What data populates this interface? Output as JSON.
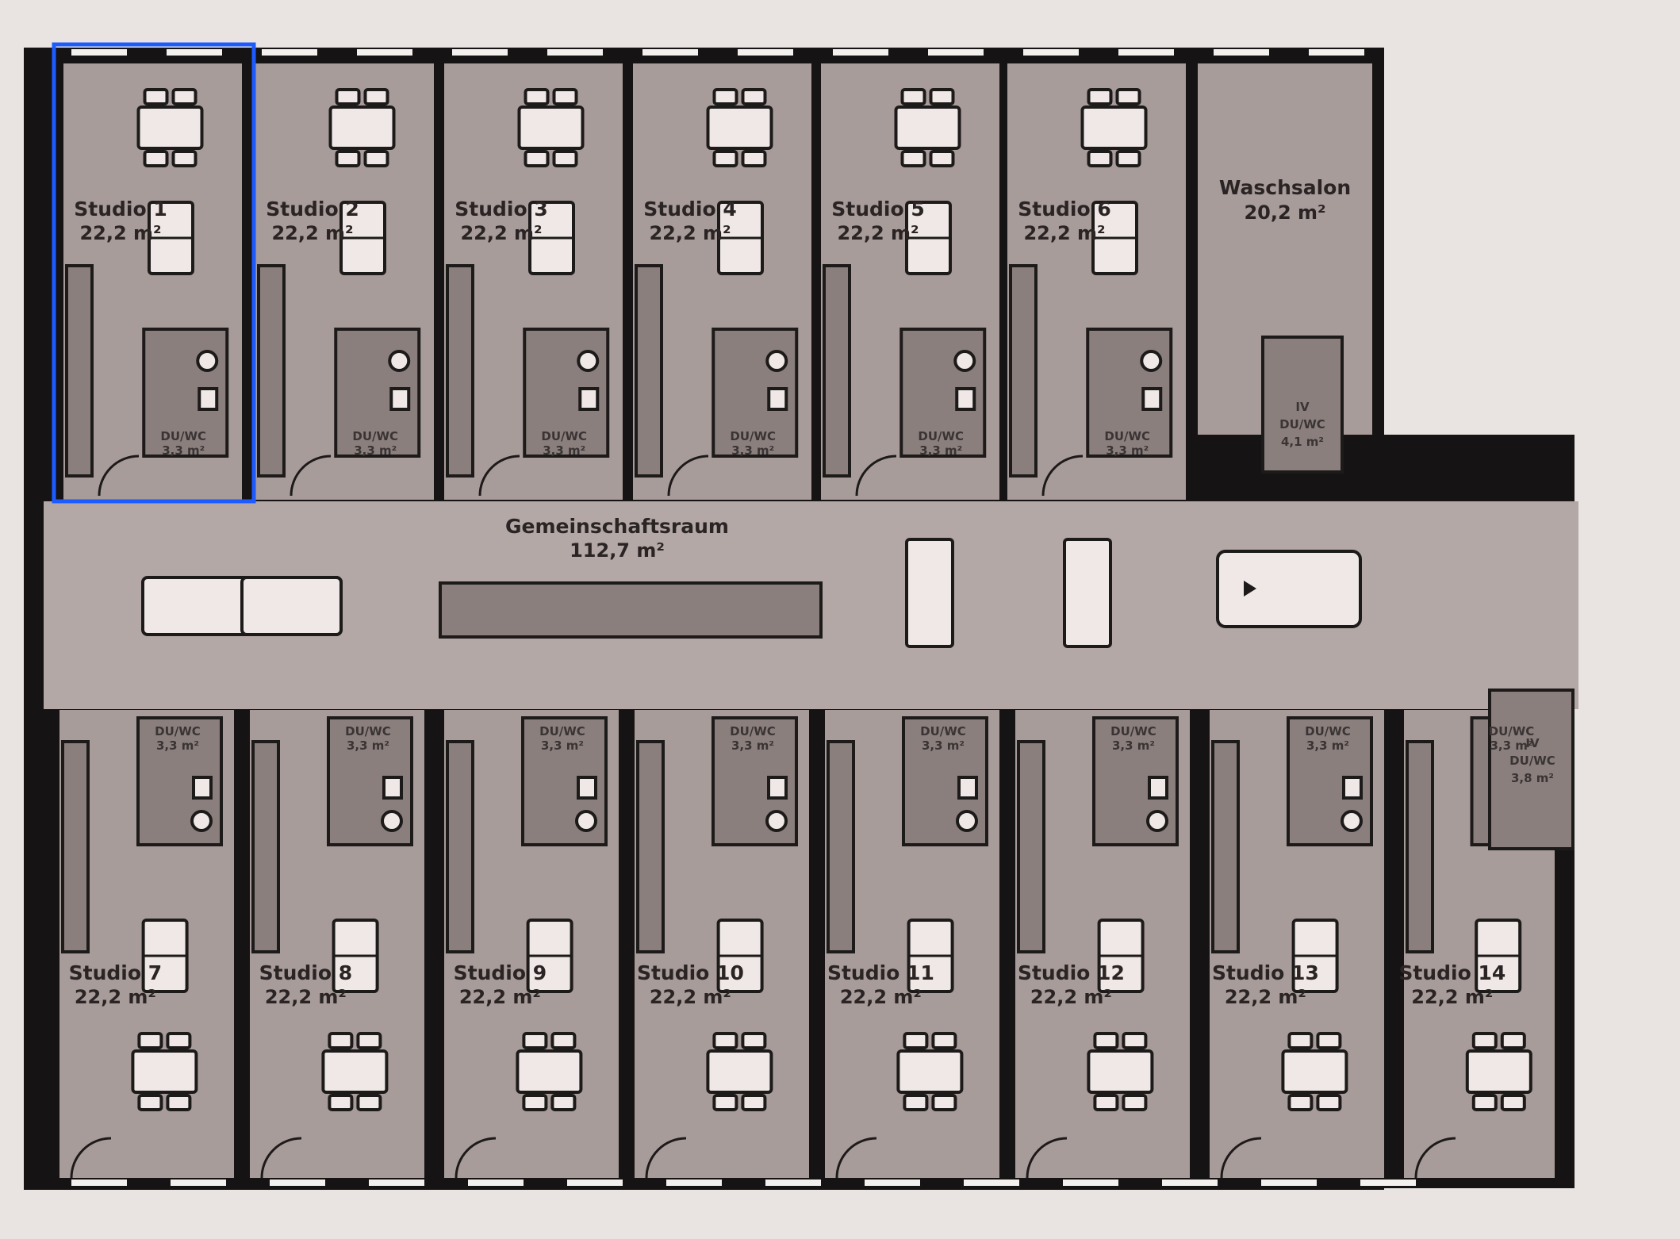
{
  "highlight_color": "#1e5bff",
  "common_room": {
    "name": "Gemeinschaftsraum",
    "area": "112,7 m²"
  },
  "waschsalon": {
    "name": "Waschsalon",
    "area": "20,2 m²"
  },
  "iv_baths": [
    {
      "line1": "IV",
      "line2": "DU/WC",
      "area": "4,1 m²"
    },
    {
      "line1": "IV",
      "line2": "DU/WC",
      "area": "3,8 m²"
    }
  ],
  "bath_label": {
    "name": "DU/WC",
    "area": "3,3 m²"
  },
  "studios_top": [
    {
      "name": "Studio 1",
      "area": "22,2 m²",
      "selected": true
    },
    {
      "name": "Studio 2",
      "area": "22,2 m²"
    },
    {
      "name": "Studio 3",
      "area": "22,2 m²"
    },
    {
      "name": "Studio 4",
      "area": "22,2 m²"
    },
    {
      "name": "Studio 5",
      "area": "22,2 m²"
    },
    {
      "name": "Studio 6",
      "area": "22,2 m²"
    }
  ],
  "studios_bottom": [
    {
      "name": "Studio 7",
      "area": "22,2 m²"
    },
    {
      "name": "Studio 8",
      "area": "22,2 m²"
    },
    {
      "name": "Studio 9",
      "area": "22,2 m²"
    },
    {
      "name": "Studio 10",
      "area": "22,2 m²"
    },
    {
      "name": "Studio 11",
      "area": "22,2 m²"
    },
    {
      "name": "Studio 12",
      "area": "22,2 m²"
    },
    {
      "name": "Studio 13",
      "area": "22,2 m²"
    },
    {
      "name": "Studio 14",
      "area": "22,2 m²"
    }
  ]
}
